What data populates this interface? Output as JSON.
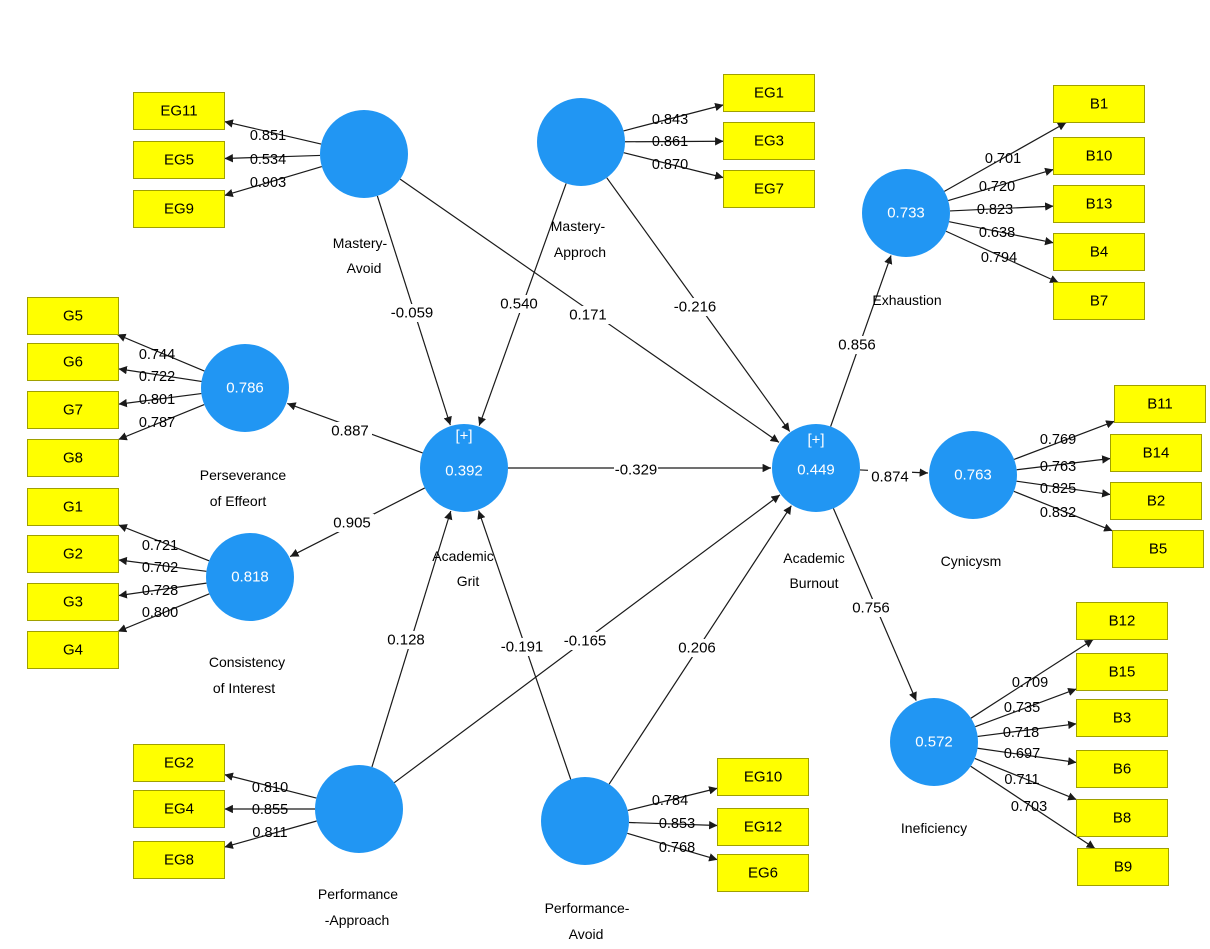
{
  "diagram": {
    "latents": {
      "mastery_avoid": {
        "label": [
          "Mastery-",
          "Avoid"
        ],
        "r2": ""
      },
      "mastery_approach": {
        "label": [
          "Mastery-",
          "Approch"
        ],
        "r2": ""
      },
      "performance_approach": {
        "label": [
          "Performance",
          "-Approach"
        ],
        "r2": ""
      },
      "performance_avoid": {
        "label": [
          "Performance-",
          "Avoid"
        ],
        "r2": ""
      },
      "perseverance": {
        "label": [
          "Perseverance",
          "of Effeort"
        ],
        "r2": "0.786"
      },
      "consistency": {
        "label": [
          "Consistency",
          "of Interest"
        ],
        "r2": "0.818"
      },
      "academic_grit": {
        "label": [
          "Academic",
          "Grit"
        ],
        "r2": "0.392",
        "tag": "[+]"
      },
      "academic_burnout": {
        "label": [
          "Academic",
          "Burnout"
        ],
        "r2": "0.449",
        "tag": "[+]"
      },
      "exhaustion": {
        "label": [
          "Exhaustion"
        ],
        "r2": "0.733"
      },
      "cynicysm": {
        "label": [
          "Cynicysm"
        ],
        "r2": "0.763"
      },
      "ineficiency": {
        "label": [
          "Ineficiency"
        ],
        "r2": "0.572"
      }
    },
    "indicators": {
      "mastery_avoid": [
        {
          "name": "EG11",
          "loading": "0.851"
        },
        {
          "name": "EG5",
          "loading": "0.534"
        },
        {
          "name": "EG9",
          "loading": "0.903"
        }
      ],
      "mastery_approach": [
        {
          "name": "EG1",
          "loading": "0.843"
        },
        {
          "name": "EG3",
          "loading": "0.861"
        },
        {
          "name": "EG7",
          "loading": "0.870"
        }
      ],
      "perseverance": [
        {
          "name": "G5",
          "loading": "0.744"
        },
        {
          "name": "G6",
          "loading": "0.722"
        },
        {
          "name": "G7",
          "loading": "0.801"
        },
        {
          "name": "G8",
          "loading": "0.787"
        }
      ],
      "consistency": [
        {
          "name": "G1",
          "loading": "0.721"
        },
        {
          "name": "G2",
          "loading": "0.702"
        },
        {
          "name": "G3",
          "loading": "0.728"
        },
        {
          "name": "G4",
          "loading": "0.800"
        }
      ],
      "performance_approach": [
        {
          "name": "EG2",
          "loading": "0.810"
        },
        {
          "name": "EG4",
          "loading": "0.855"
        },
        {
          "name": "EG8",
          "loading": "0.811"
        }
      ],
      "performance_avoid": [
        {
          "name": "EG10",
          "loading": "0.784"
        },
        {
          "name": "EG12",
          "loading": "0.853"
        },
        {
          "name": "EG6",
          "loading": "0.768"
        }
      ],
      "exhaustion": [
        {
          "name": "B1",
          "loading": "0.701"
        },
        {
          "name": "B10",
          "loading": "0.720"
        },
        {
          "name": "B13",
          "loading": "0.823"
        },
        {
          "name": "B4",
          "loading": "0.638"
        },
        {
          "name": "B7",
          "loading": "0.794"
        }
      ],
      "cynicysm": [
        {
          "name": "B11",
          "loading": "0.769"
        },
        {
          "name": "B14",
          "loading": "0.763"
        },
        {
          "name": "B2",
          "loading": "0.825"
        },
        {
          "name": "B5",
          "loading": "0.832"
        }
      ],
      "ineficiency": [
        {
          "name": "B12",
          "loading": "0.709"
        },
        {
          "name": "B15",
          "loading": "0.735"
        },
        {
          "name": "B3",
          "loading": "0.718"
        },
        {
          "name": "B6",
          "loading": "0.697"
        },
        {
          "name": "B8",
          "loading": "0.711"
        },
        {
          "name": "B9",
          "loading": "0.703"
        }
      ]
    },
    "paths": [
      {
        "from": "mastery_avoid",
        "to": "academic_grit",
        "coef": "-0.059"
      },
      {
        "from": "mastery_approach",
        "to": "academic_grit",
        "coef": "0.540"
      },
      {
        "from": "mastery_avoid",
        "to": "academic_burnout",
        "coef": "0.171"
      },
      {
        "from": "mastery_approach",
        "to": "academic_burnout",
        "coef": "-0.216"
      },
      {
        "from": "academic_grit",
        "to": "perseverance",
        "coef": "0.887"
      },
      {
        "from": "academic_grit",
        "to": "consistency",
        "coef": "0.905"
      },
      {
        "from": "academic_grit",
        "to": "academic_burnout",
        "coef": "-0.329"
      },
      {
        "from": "performance_approach",
        "to": "academic_grit",
        "coef": "0.128"
      },
      {
        "from": "performance_avoid",
        "to": "academic_grit",
        "coef": "-0.191"
      },
      {
        "from": "performance_approach",
        "to": "academic_burnout",
        "coef": "-0.165"
      },
      {
        "from": "performance_avoid",
        "to": "academic_burnout",
        "coef": "0.206"
      },
      {
        "from": "academic_burnout",
        "to": "exhaustion",
        "coef": "0.856"
      },
      {
        "from": "academic_burnout",
        "to": "cynicysm",
        "coef": "0.874"
      },
      {
        "from": "academic_burnout",
        "to": "ineficiency",
        "coef": "0.756"
      }
    ],
    "colors": {
      "latent_fill": "#2196F3",
      "indicator_fill": "#FFFF00",
      "indicator_stroke": "#A0A000",
      "line": "#1a1a1a"
    }
  }
}
